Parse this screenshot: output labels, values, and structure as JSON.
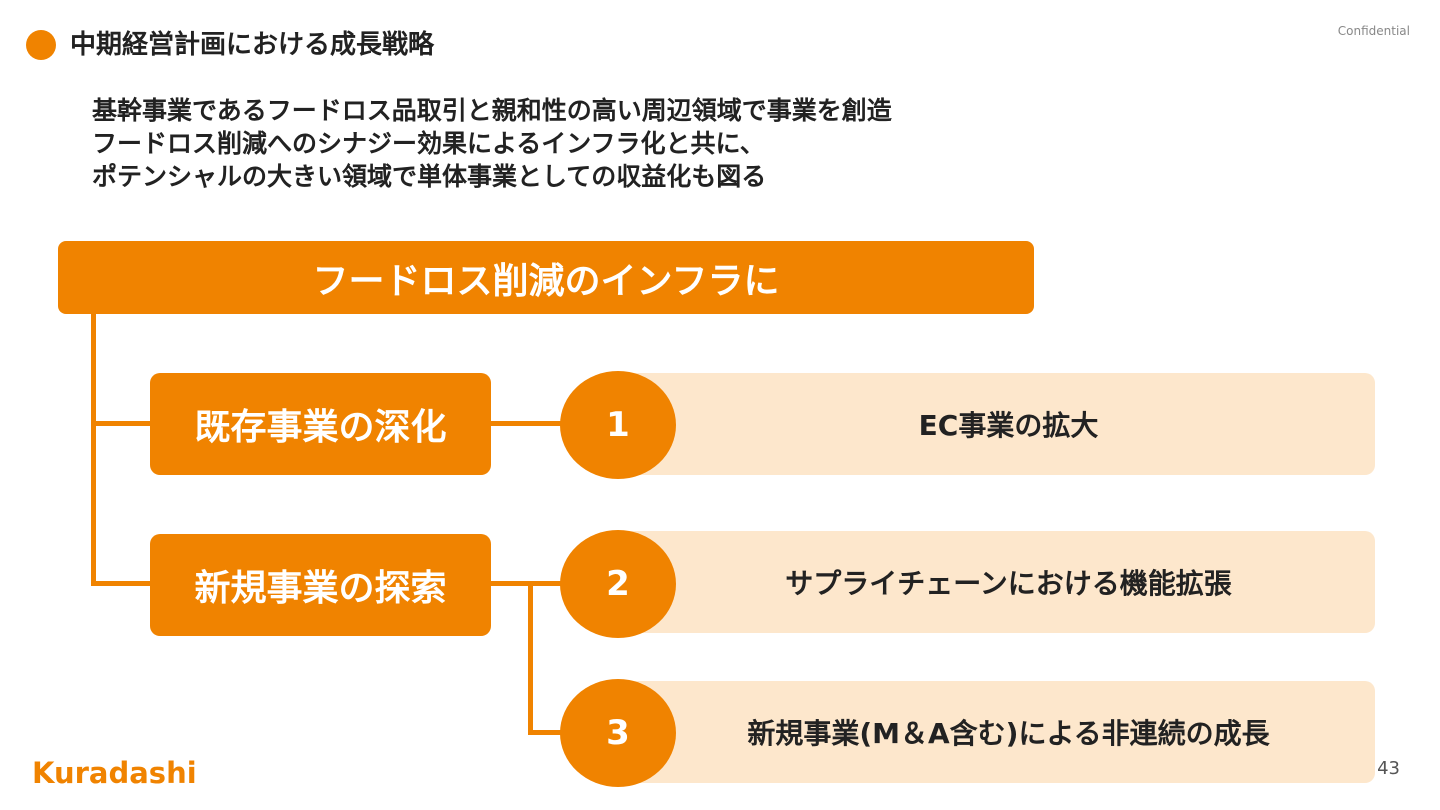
{
  "header": {
    "title": "中期経営計画における成長戦略",
    "confidential": "Confidential"
  },
  "lead": {
    "lines": [
      "基幹事業であるフードロス品取引と親和性の高い周辺領域で事業を創造",
      "フードロス削減へのシナジー効果によるインフラ化と共に、",
      "ポテンシャルの大きい領域で単体事業としての収益化も図る"
    ]
  },
  "diagram": {
    "root": "フードロス削減のインフラに",
    "categories": [
      "既存事業の深化",
      "新規事業の探索"
    ],
    "items": [
      {
        "number": "1",
        "label": "EC事業の拡大"
      },
      {
        "number": "2",
        "label": "サプライチェーンにおける機能拡張"
      },
      {
        "number": "3",
        "label": "新規事業(M＆A含む)による非連続の成長"
      }
    ]
  },
  "footer": {
    "logo_text": "Kuradashi",
    "page_number": "43"
  },
  "colors": {
    "accent": "#F08300",
    "card_bg": "#FDE7CC",
    "text": "#222222"
  }
}
